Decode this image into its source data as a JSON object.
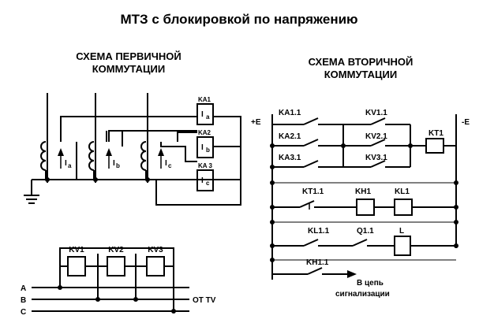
{
  "title": "МТЗ с блокировкой по напряжению",
  "primary": {
    "heading_line1": "СХЕМА  ПЕРВИЧНОЙ",
    "heading_line2": "КОММУТАЦИИ",
    "relays": [
      {
        "name": "KA1",
        "coil": "I",
        "sub": "a"
      },
      {
        "name": "KA2",
        "coil": "I",
        "sub": "b"
      },
      {
        "name": "KA 3",
        "coil": "I",
        "sub": "c"
      }
    ],
    "ct_labels": [
      {
        "base": "I",
        "sub": "a"
      },
      {
        "base": "I",
        "sub": "b"
      },
      {
        "base": "I",
        "sub": "c"
      }
    ]
  },
  "voltage": {
    "relays": [
      "KV1",
      "KV2",
      "KV3"
    ],
    "phases": [
      "A",
      "B",
      "C"
    ],
    "source_label": "ОТ TV"
  },
  "secondary": {
    "heading_line1": "СХЕМА  ВТОРИЧНОЙ",
    "heading_line2": "КОММУТАЦИИ",
    "plus_bus": "+E",
    "minus_bus": "-E",
    "contacts": {
      "ka1": "KA1.1",
      "ka2": "KA2.1",
      "ka3": "KA3.1",
      "kv1": "KV1.1",
      "kv2": "KV2.1",
      "kv3": "KV3.1",
      "kt1_contact": "KT1.1",
      "kl1_contact": "KL1.1",
      "q1_contact": "Q1.1",
      "kh1_contact": "KH1.1"
    },
    "coils": {
      "kt1": "KT1",
      "kh1": "KH1",
      "kl1": "KL1",
      "l": "L"
    },
    "signal_line1": "В цепь",
    "signal_line2": "сигнализации"
  }
}
